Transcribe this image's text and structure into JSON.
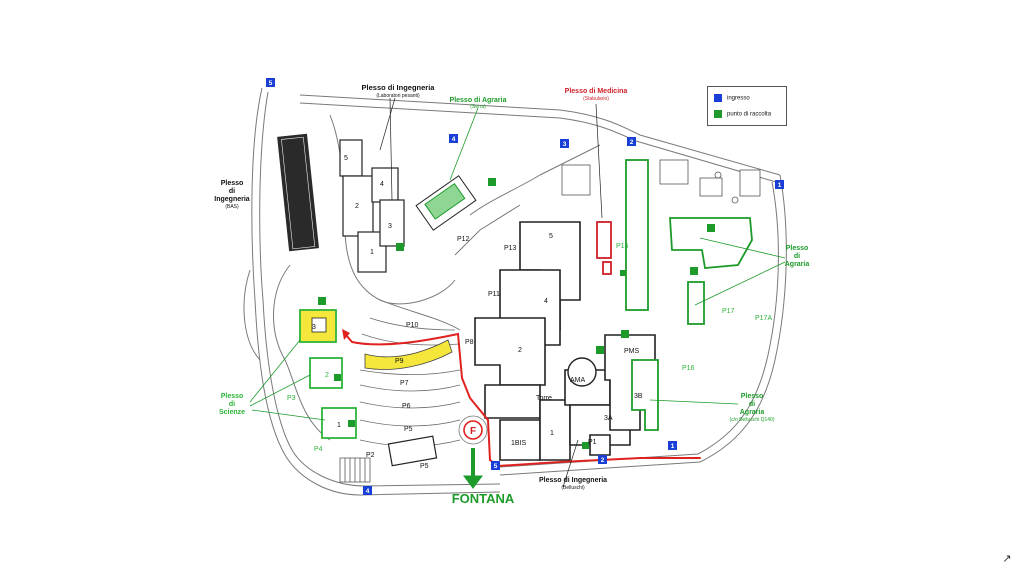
{
  "legend": {
    "entrance_label": "ingresso",
    "assembly_label": "punto di raccolta",
    "entrance_color": "#1a3fd6",
    "assembly_color": "#1d9b2a"
  },
  "colors": {
    "route": "#e0221f",
    "science": "#2db43a",
    "medicine": "#d0202a",
    "area_highlight": "#f5e63b"
  },
  "labels": {
    "ing_lab_title": "Plesso di Ingegneria",
    "ing_lab_sub": "(Laboratori pesanti)",
    "agr_serra_title": "Plesso di Agraria",
    "agr_serra_sub": "(Serra)",
    "med_title": "Plesso di Medicina",
    "med_sub": "(Stabulario)",
    "ing_bas_1": "Plesso",
    "ing_bas_2": "di",
    "ing_bas_3": "Ingegneria",
    "ing_bas_4": "(BAS)",
    "agr_right_1": "Plesso",
    "agr_right_2": "di",
    "agr_right_3": "Agraria",
    "sci_1": "Plesso",
    "sci_2": "di",
    "sci_3": "Scienze",
    "agr_bell_1": "Plesso",
    "agr_bell_2": "di",
    "agr_bell_3": "Agraria",
    "agr_bell_sub": "(c/o Belluschi Q140)",
    "ing_bell_title": "Plesso di Ingegneria",
    "ing_bell_sub": "(Belluschi)",
    "fontana": "FONTANA",
    "fountain_letter": "F"
  },
  "parking": [
    "P10",
    "P9",
    "P7",
    "P6",
    "P5",
    "P5",
    "P4",
    "P3",
    "P2",
    "P8",
    "P11",
    "P12",
    "P13",
    "P15",
    "P16",
    "P17",
    "P17A"
  ],
  "buildings": [
    "5",
    "4",
    "3",
    "2",
    "1",
    "5",
    "4",
    "2",
    "1",
    "AMA",
    "PMS",
    "3B",
    "3A",
    "1BIS",
    "Torre",
    "P1",
    "3",
    "2",
    "1"
  ],
  "entrances": [
    "5",
    "4",
    "3",
    "2",
    "1",
    "5",
    "2",
    "1",
    "4"
  ]
}
